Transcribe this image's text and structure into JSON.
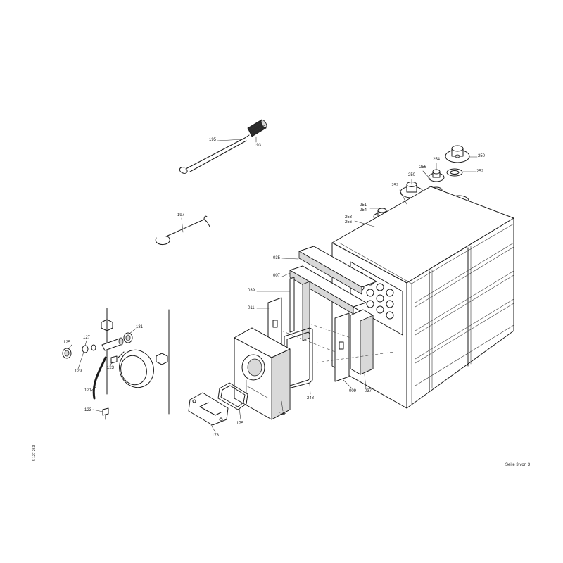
{
  "page_info": "Seite 3 von 3",
  "doc_number": "5 127 263",
  "callouts": [
    {
      "id": "c195",
      "text": "195"
    },
    {
      "id": "c193",
      "text": "193"
    },
    {
      "id": "c197",
      "text": "197"
    },
    {
      "id": "c250a",
      "text": "250"
    },
    {
      "id": "c252a",
      "text": "252"
    },
    {
      "id": "c254",
      "text": "254"
    },
    {
      "id": "c256a",
      "text": "256"
    },
    {
      "id": "c250b",
      "text": "250"
    },
    {
      "id": "c252b",
      "text": "252"
    },
    {
      "id": "c251",
      "text": "251"
    },
    {
      "id": "c254b",
      "text": "254"
    },
    {
      "id": "c253",
      "text": "253"
    },
    {
      "id": "c256b",
      "text": "256"
    },
    {
      "id": "c035",
      "text": "035"
    },
    {
      "id": "c007",
      "text": "007"
    },
    {
      "id": "c039",
      "text": "039"
    },
    {
      "id": "c011",
      "text": "011"
    },
    {
      "id": "c248",
      "text": "248"
    },
    {
      "id": "c009",
      "text": "009"
    },
    {
      "id": "c037",
      "text": "037"
    },
    {
      "id": "c246",
      "text": "246"
    },
    {
      "id": "c175",
      "text": "175"
    },
    {
      "id": "c173",
      "text": "173"
    },
    {
      "id": "c125",
      "text": "125"
    },
    {
      "id": "c127",
      "text": "127"
    },
    {
      "id": "c131",
      "text": "131"
    },
    {
      "id": "c129",
      "text": "129"
    },
    {
      "id": "c123a",
      "text": "123"
    },
    {
      "id": "c121",
      "text": "121"
    },
    {
      "id": "c123b",
      "text": "123"
    }
  ]
}
